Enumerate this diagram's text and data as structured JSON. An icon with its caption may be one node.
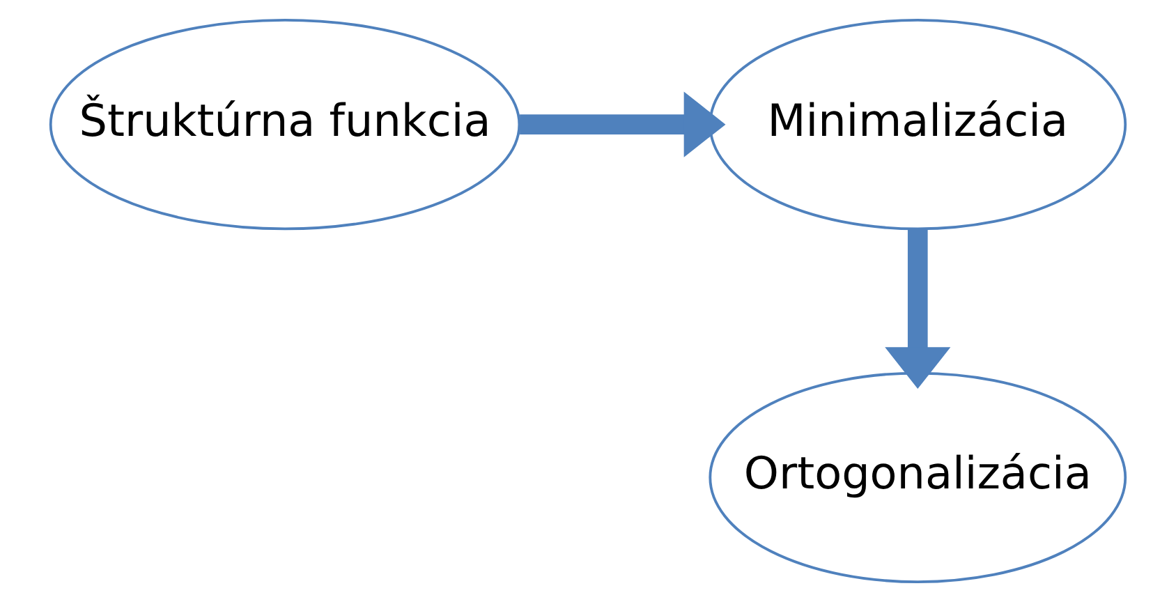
{
  "diagram": {
    "nodes": [
      {
        "text": [
          "Štruktúrna funkcia"
        ]
      },
      {
        "text": [
          "Minimalizácia"
        ]
      },
      {
        "text": [
          "Ortogonalizácia"
        ]
      }
    ],
    "edges": [
      {
        "from": 0,
        "to": 1,
        "arrow": "to"
      },
      {
        "from": 1,
        "to": 2,
        "arrow": "to"
      }
    ]
  }
}
